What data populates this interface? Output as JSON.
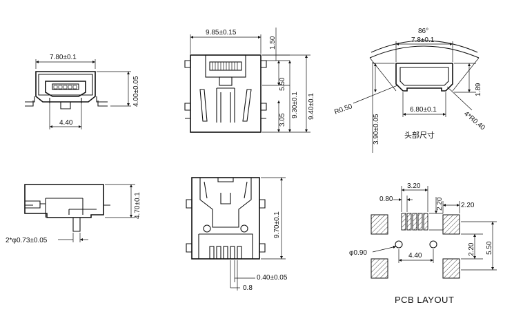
{
  "front_view": {
    "width_label": "7.80±0.1",
    "height_label": "4.00±0.05",
    "mount_label": "4.40"
  },
  "top_view": {
    "width_label": "9.85±0.15",
    "label_150": "1.50",
    "label_550": "5.50",
    "label_930": "9.30±0.1",
    "label_940": "9.40±0.1",
    "label_305": "3.05"
  },
  "head_size": {
    "angle_label": "86°",
    "width_top_label": "7.8±0.1",
    "width_bottom_label": "6.80±0.1",
    "height_label": "3.90±0.05",
    "side_label": "1.89",
    "radius_outer_label": "R0.50",
    "radius_inner_label": "4*R0.40",
    "caption": "头部尺寸"
  },
  "side_view": {
    "height_label": "4.70±0.1",
    "pin_label": "2*φ0.73±0.05"
  },
  "bottom_view": {
    "height_label": "9.70±0.1",
    "pin_width_label": "0.40±0.05",
    "pitch_label": "0.8"
  },
  "pcb_layout": {
    "pitch_total_label": "3.20",
    "pad_width_label": "0.80",
    "pad_height_label": "2.20",
    "side_pad_label": "2.20",
    "pad_gap_label": "2.20",
    "total_height_label": "5.50",
    "hole_label": "φ0.90",
    "hole_spacing_label": "4.40",
    "caption": "PCB  LAYOUT"
  }
}
